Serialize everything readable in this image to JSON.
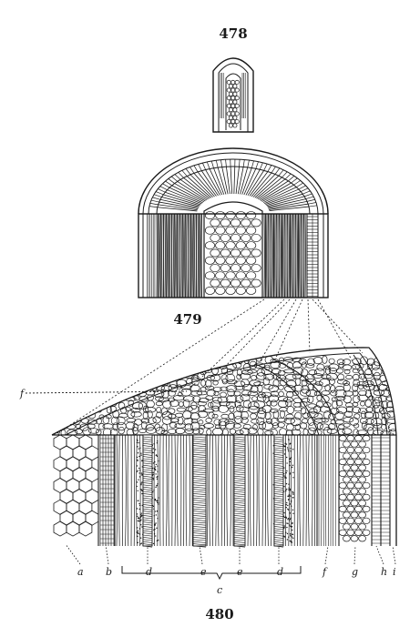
{
  "figures": {
    "fig478": {
      "number": "478"
    },
    "fig479": {
      "number": "479"
    },
    "fig480": {
      "number": "480"
    }
  },
  "labels": {
    "a": "a",
    "b": "b",
    "c": "c",
    "d1": "d",
    "e1": "e",
    "e2": "e",
    "d2": "d",
    "f_side": "f",
    "f": "f",
    "g": "g",
    "h": "h",
    "i": "i"
  },
  "colors": {
    "ink": "#1a1a1a",
    "paper": "#ffffff"
  }
}
